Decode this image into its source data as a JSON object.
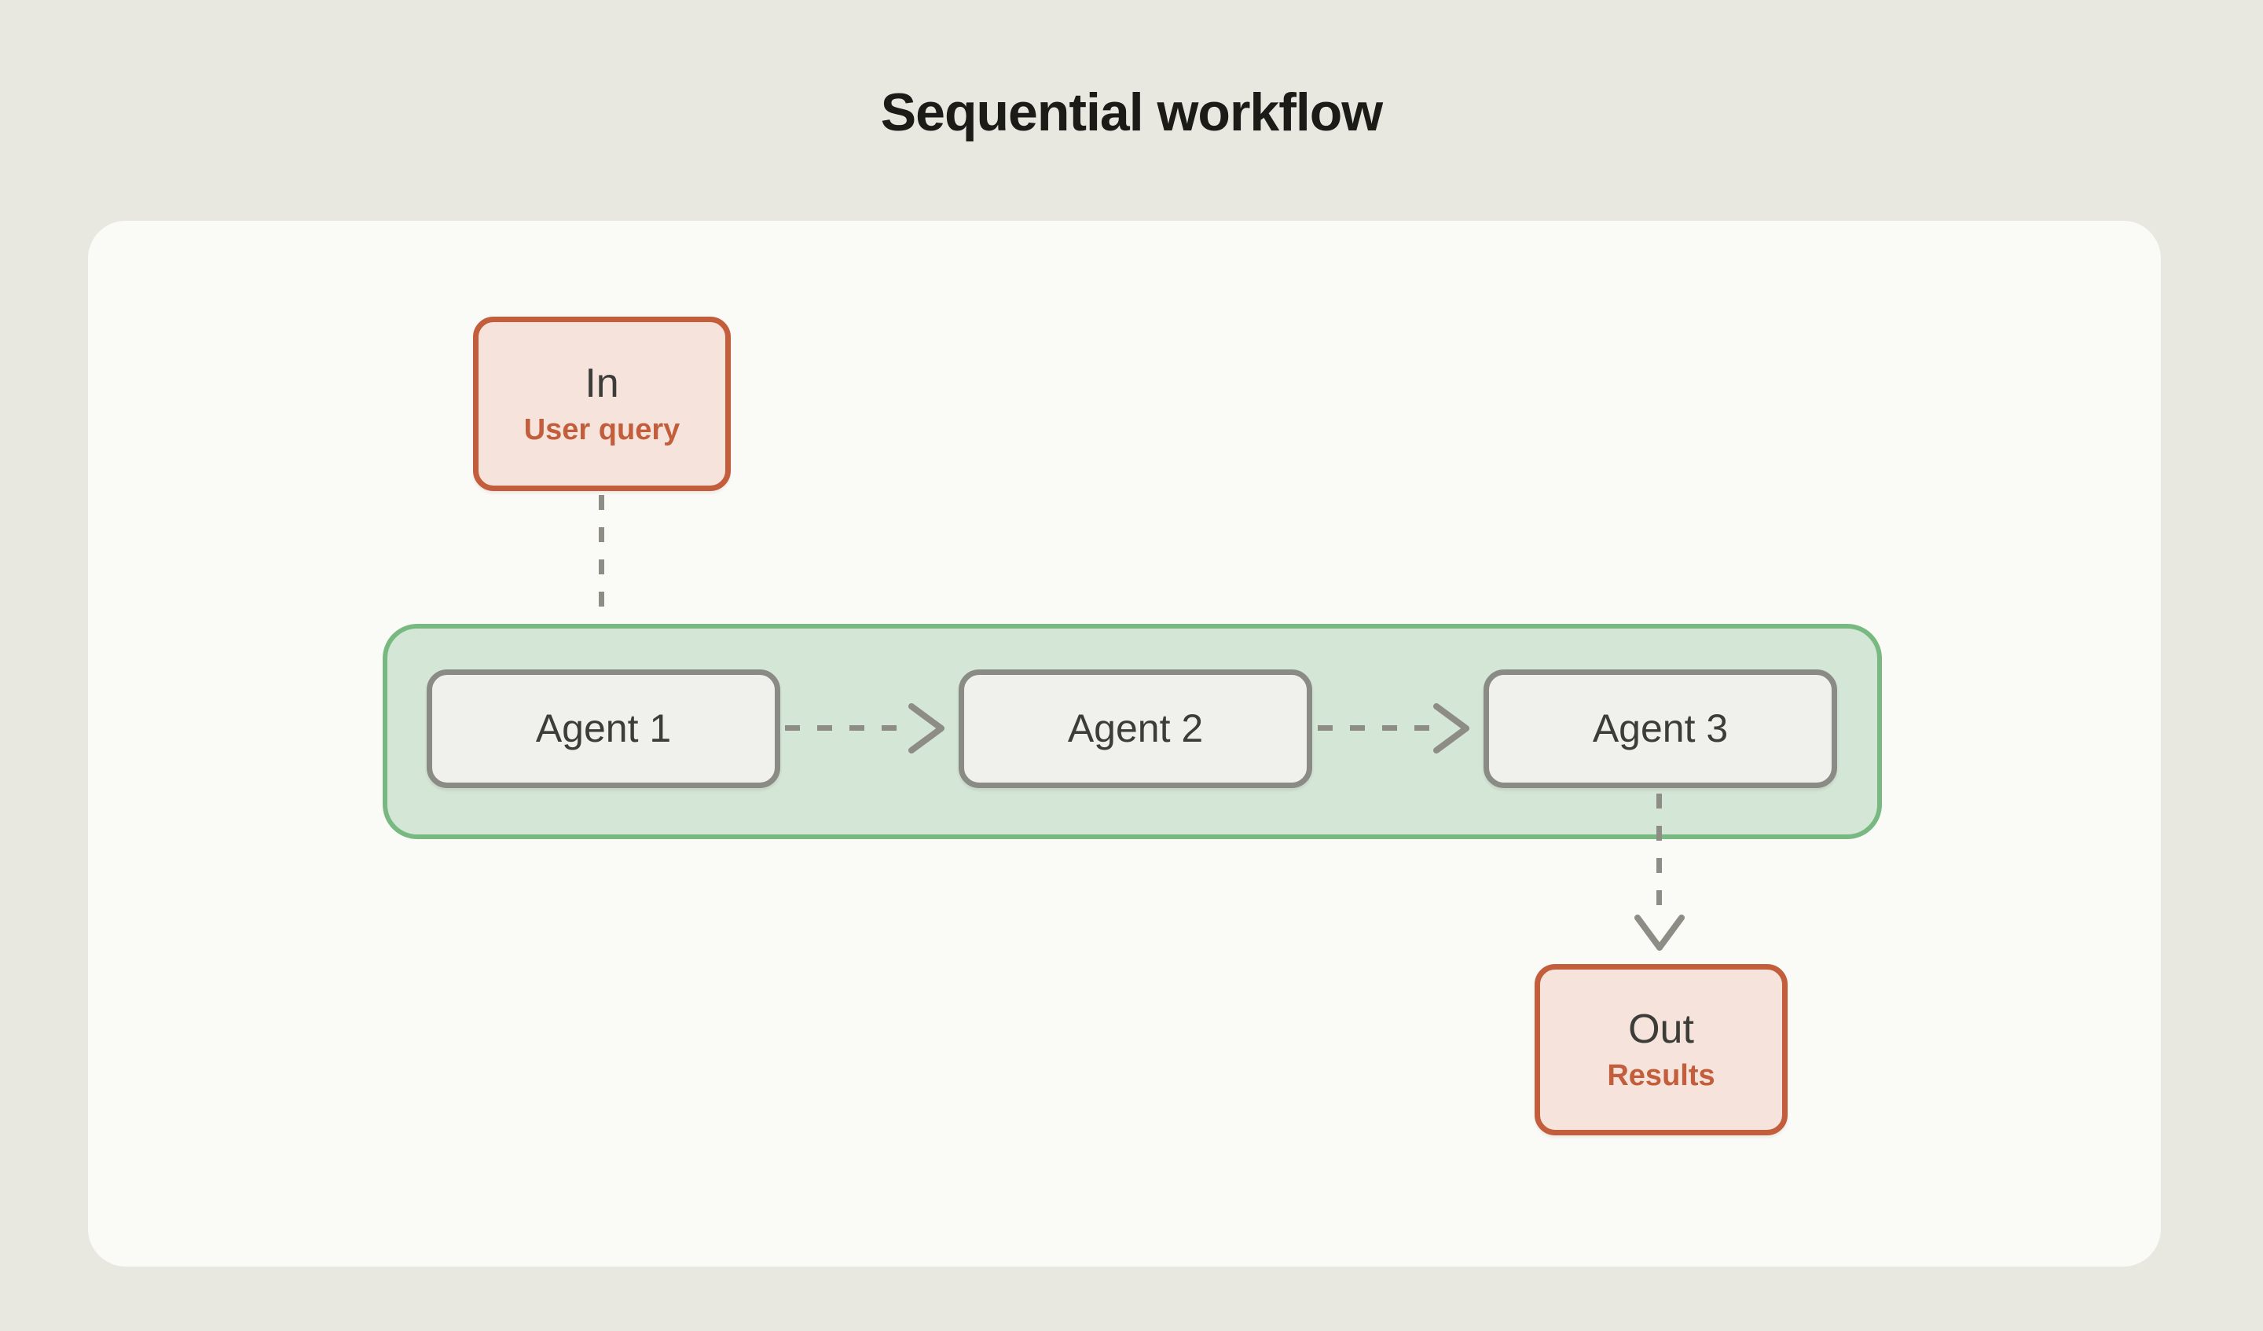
{
  "title": "Sequential workflow",
  "colors": {
    "page-bg": "#e9e8e0",
    "card-bg": "#fafaf7",
    "accent-orange": "#c25e3c",
    "orange-fill": "#f5e3dc",
    "green-border": "#77b981",
    "green-fill": "#d4e6d6",
    "node-border": "#8b8b85",
    "node-fill": "#f0f1ec",
    "line-gray": "#8d8d85",
    "text-dark": "#3c3c38",
    "title-color": "#1b1b18"
  },
  "diagram": {
    "input_node": {
      "label": "In",
      "sublabel": "User query"
    },
    "agents": [
      {
        "label": "Agent 1"
      },
      {
        "label": "Agent 2"
      },
      {
        "label": "Agent 3"
      }
    ],
    "output_node": {
      "label": "Out",
      "sublabel": "Results"
    }
  }
}
